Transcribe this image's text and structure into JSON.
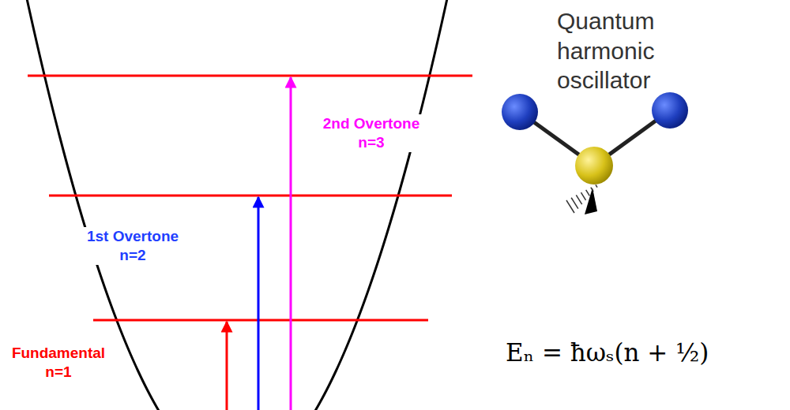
{
  "diagram": {
    "labels": [
      "2nd Overtone n=3",
      "1st Overtone n=2",
      "Fundamental n=1",
      "Quantum harmonic oscillator",
      "Eₙ = ħωₛ(n + ½)"
    ]
  }
}
